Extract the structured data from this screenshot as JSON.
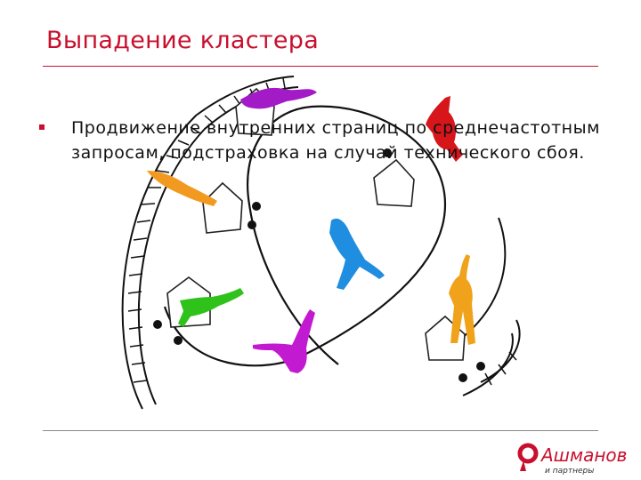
{
  "slide": {
    "title": "Выпадение кластера",
    "bullets": [
      {
        "text": "Продвижение внутренних страниц по среднечастотным запросам, подстраховка на случай технического сбоя."
      }
    ]
  },
  "logo": {
    "name": "Ашманов",
    "subtitle": "и партнеры"
  },
  "colors": {
    "accent": "#c8102e",
    "figure_orange": "#f29a1f",
    "figure_green": "#2ec21b",
    "figure_blue": "#1f8de0",
    "figure_magenta": "#c21ad0",
    "figure_purple": "#a31ac7",
    "figure_red": "#d6161b"
  },
  "illustration": {
    "figures": [
      "purple-figure",
      "red-figure",
      "orange-figure",
      "blue-figure",
      "green-figure",
      "magenta-figure",
      "yellow-figure"
    ],
    "houses": 5
  }
}
